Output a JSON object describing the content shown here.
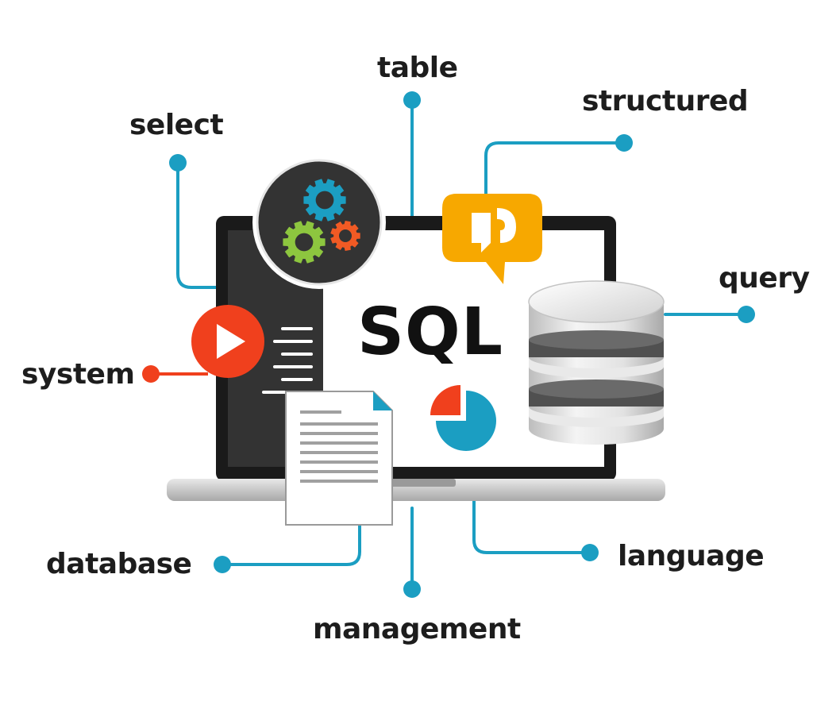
{
  "diagram": {
    "center_title": "SQL",
    "labels": {
      "table": "table",
      "structured": "structured",
      "select": "select",
      "query": "query",
      "system": "system",
      "database": "database",
      "language": "language",
      "management": "management"
    }
  },
  "colors": {
    "connector": "#1b9ec2",
    "system_connector": "#f0401d",
    "laptop_frame": "#1a1a1a",
    "screen_sidebar": "#333333",
    "gear_blue": "#1b9ec2",
    "gear_green": "#8dc63f",
    "gear_orange": "#f15a24",
    "chat_bubble": "#f7a800",
    "play_button": "#f0401d",
    "pie_blue": "#1b9ec2",
    "pie_red": "#f0401d",
    "database_silver": "#d9d9d9",
    "text": "#1d1d1d"
  },
  "icons": [
    "gears-icon",
    "chat-bubble-icon",
    "play-button-icon",
    "database-icon",
    "document-icon",
    "pie-chart-icon",
    "laptop-icon"
  ]
}
